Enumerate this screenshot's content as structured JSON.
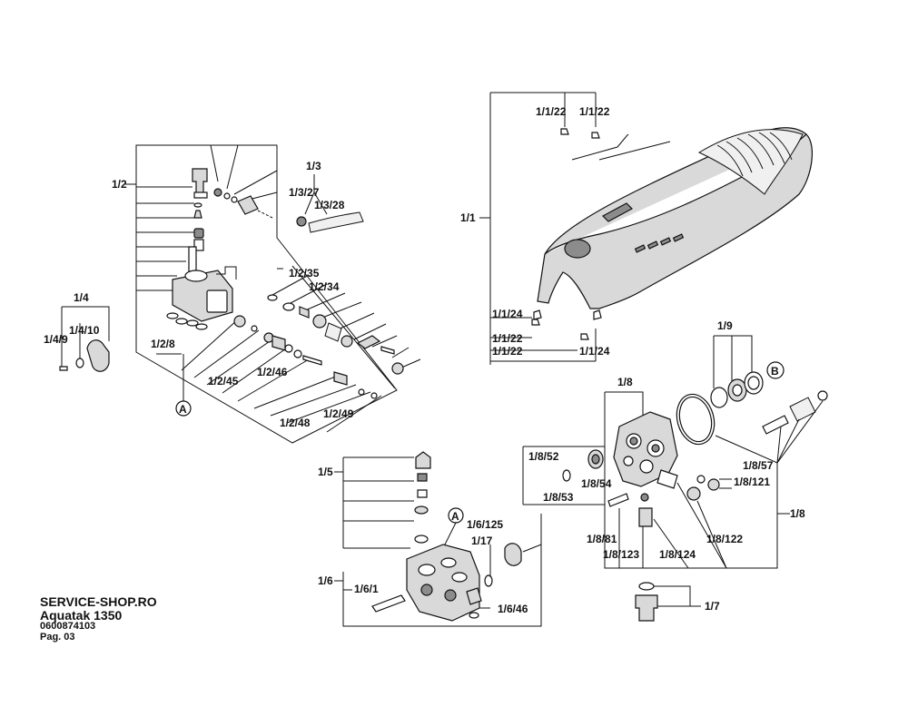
{
  "footer": {
    "shop": "SERVICE-SHOP.RO",
    "model": "Aquatak 1350",
    "part_number": "0600874103",
    "page": "Pag. 03"
  },
  "labels": {
    "l1_2": "1/2",
    "l1_3": "1/3",
    "l1_3_27": "1/3/27",
    "l1_3_28": "1/3/28",
    "l1_2_35": "1/2/35",
    "l1_2_34": "1/2/34",
    "l1_4": "1/4",
    "l1_4_10": "1/4/10",
    "l1_4_9": "1/4/9",
    "l1_2_8": "1/2/8",
    "l1_2_45": "1/2/45",
    "l1_2_46": "1/2/46",
    "l1_2_48": "1/2/48",
    "l1_2_49": "1/2/49",
    "circle_a1": "A",
    "l1_1": "1/1",
    "l1_1_22_a": "1/1/22",
    "l1_1_22_b": "1/1/22",
    "l1_1_24_a": "1/1/24",
    "l1_1_22_c": "1/1/22",
    "l1_1_22_d": "1/1/22",
    "l1_1_24_b": "1/1/24",
    "l1_9": "1/9",
    "circle_b": "B",
    "l1_8_top": "1/8",
    "l1_8_52": "1/8/52",
    "l1_8_54": "1/8/54",
    "l1_8_53": "1/8/53",
    "l1_8_57": "1/8/57",
    "l1_8_121": "1/8/121",
    "l1_8_right": "1/8",
    "l1_8_81": "1/8/81",
    "l1_8_123": "1/8/123",
    "l1_8_124": "1/8/124",
    "l1_8_122": "1/8/122",
    "l1_7": "1/7",
    "l1_5": "1/5",
    "circle_a2": "A",
    "l1_6_125": "1/6/125",
    "l1_17": "1/17",
    "l1_6": "1/6",
    "l1_6_1": "1/6/1",
    "l1_6_46": "1/6/46"
  }
}
